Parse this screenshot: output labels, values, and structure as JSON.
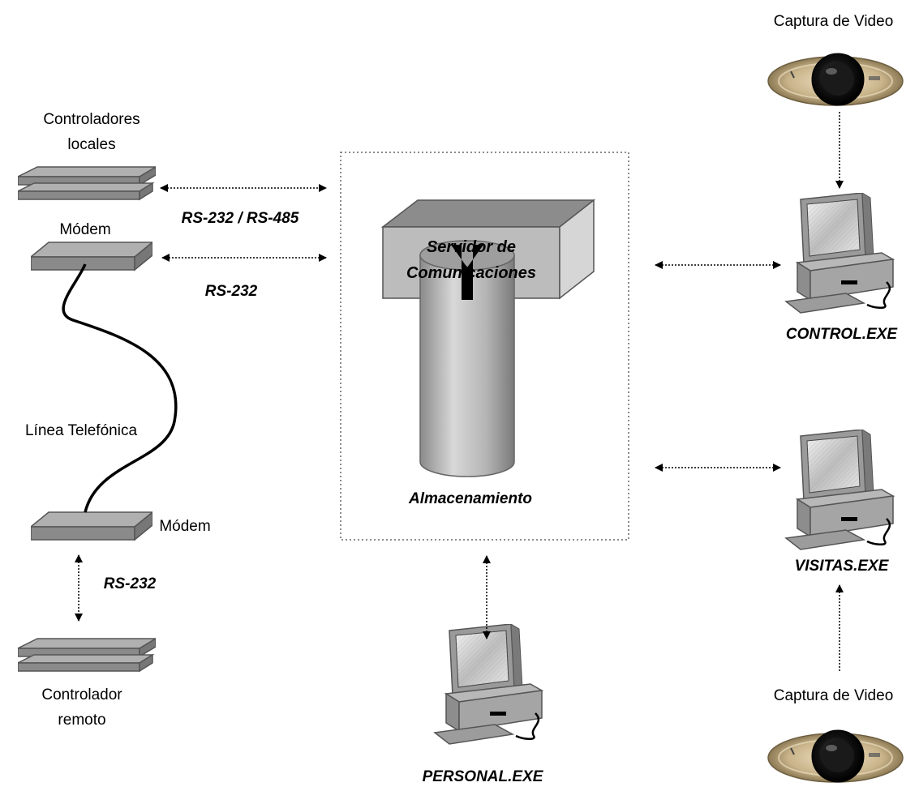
{
  "labels": {
    "local_controllers_1": "Controladores",
    "local_controllers_2": "locales",
    "rs232_485": "RS-232 / RS-485",
    "modem_top": "Módem",
    "rs232_modem": "RS-232",
    "phone_line": "Línea Telefónica",
    "modem_bottom": "Módem",
    "rs232_remote": "RS-232",
    "remote_controller_1": "Controlador",
    "remote_controller_2": "remoto",
    "server_1": "Servidor de",
    "server_2": "Comunicaciones",
    "storage": "Almacenamiento",
    "video_top": "Captura de Video",
    "video_bottom": "Captura de Video",
    "control_exe": "CONTROL.EXE",
    "visitas_exe": "VISITAS.EXE",
    "personal_exe": "PERSONAL.EXE"
  },
  "colors": {
    "device_top": "#b0b0b0",
    "device_front": "#8a8a8a",
    "device_outline": "#555555",
    "box_border": "#666666",
    "arrow": "#000000"
  },
  "icons": {
    "controller": "stacked-device-icon",
    "modem": "modem-icon",
    "server": "server-box-icon",
    "storage": "cylinder-database-icon",
    "workstation": "desktop-computer-icon",
    "camera": "video-camera-icon"
  }
}
